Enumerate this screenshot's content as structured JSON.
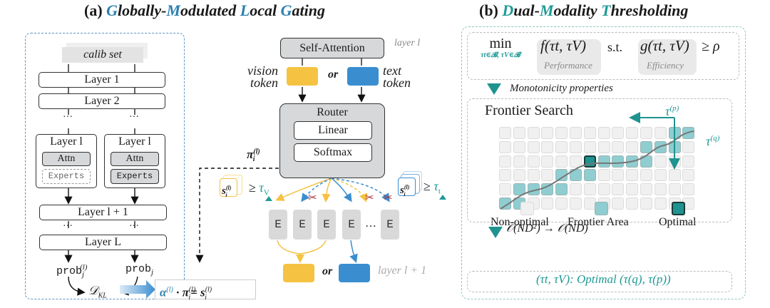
{
  "panel_a": {
    "title_prefix": "(a) ",
    "title_parts": [
      {
        "text": "G",
        "accent": true
      },
      {
        "text": "lobally-",
        "accent": false
      },
      {
        "text": "M",
        "accent": true
      },
      {
        "text": "odulated ",
        "accent": false
      },
      {
        "text": "L",
        "accent": true
      },
      {
        "text": "ocal ",
        "accent": false
      },
      {
        "text": "G",
        "accent": true
      },
      {
        "text": "ating",
        "accent": false
      }
    ],
    "calib_set": "calib set",
    "layer_1": "Layer 1",
    "layer_2": "Layer 2",
    "ellipsis": "···",
    "layer_l": "Layer l",
    "attn": "Attn",
    "experts": "Experts",
    "layer_l_plus_1": "Layer l + 1",
    "layer_L": "Layer L",
    "prob_left": "prob",
    "prob_left_sub": "j",
    "prob_left_sup": "(l)",
    "prob_right": "prob",
    "prob_right_sub": "j",
    "dkl": "𝒟",
    "dkl_sub": "KL",
    "formula_alpha": "α",
    "formula_sup": "(l)",
    "formula_mid": " · π",
    "formula_eq": "= s",
    "formula_sub": "i"
  },
  "moe_layer": {
    "layer_label": "layer l",
    "self_attention": "Self-Attention",
    "vision_token": "vision token",
    "vision_token_line1": "vision",
    "vision_token_line2": "token",
    "or": "or",
    "text_token_line1": "text",
    "text_token_line2": "token",
    "router": "Router",
    "linear": "Linear",
    "softmax": "Softmax",
    "pi_label": "π",
    "pi_sup": "(l)",
    "pi_sub": "i",
    "score_left": "s",
    "score_sup": "(l)",
    "score_sub": "i",
    "geq": "≥",
    "tau_v": "τ",
    "tau_v_sub": "V",
    "tau_t": "τ",
    "tau_t_sub": "t",
    "expert_label": "E",
    "expert_ellipsis": "…",
    "next_layer_label": "layer l + 1",
    "colors": {
      "vision": "#f5c242",
      "text": "#3a8ed0",
      "teal": "#1f9a96",
      "scissors": "#b0313b"
    }
  },
  "panel_b": {
    "title_prefix": "(b) ",
    "title_parts": [
      {
        "text": "D",
        "accent": true
      },
      {
        "text": "ual-",
        "accent": false
      },
      {
        "text": "M",
        "accent": true
      },
      {
        "text": "odality ",
        "accent": false
      },
      {
        "text": "T",
        "accent": true
      },
      {
        "text": "hresholding",
        "accent": false
      }
    ],
    "objective": {
      "min": "min",
      "min_sub": "τt∈𝓑, τV∈𝓑",
      "f_expr": "f(τt, τV)",
      "f_caption": "Performance",
      "st": "s.t.",
      "g_expr": "g(τt, τV)",
      "g_caption": "Efficiency",
      "constraint": "≥ ρ"
    },
    "monotonicity": "Monotonicity properties",
    "frontier_title": "Frontier Search",
    "tau_p": "τ",
    "tau_p_sup": "(p)",
    "tau_q": "τ",
    "tau_q_sup": "(q)",
    "grid": {
      "rows": 6,
      "cols": 14,
      "frontier_cells": [
        [
          0,
          12
        ],
        [
          0,
          13
        ],
        [
          1,
          10
        ],
        [
          1,
          11
        ],
        [
          1,
          12
        ],
        [
          2,
          7
        ],
        [
          2,
          8
        ],
        [
          2,
          9
        ],
        [
          2,
          10
        ],
        [
          3,
          4
        ],
        [
          3,
          5
        ],
        [
          3,
          6
        ],
        [
          4,
          1
        ],
        [
          4,
          2
        ],
        [
          4,
          3
        ],
        [
          4,
          4
        ],
        [
          5,
          0
        ],
        [
          5,
          1
        ]
      ],
      "optimal_cells": [
        [
          2,
          6
        ]
      ]
    },
    "legend": [
      {
        "label": "Non-optimal",
        "kind": "non-optimal"
      },
      {
        "label": "Frontier Area",
        "kind": "frontier"
      },
      {
        "label": "Optimal",
        "kind": "optimal"
      }
    ],
    "complexity": "𝒪(ND²) → 𝒪(ND)",
    "result_prefix": "(τt, τV): ",
    "result_optimal": "Optimal",
    "result_args": "(τ(q), τ(p))"
  }
}
